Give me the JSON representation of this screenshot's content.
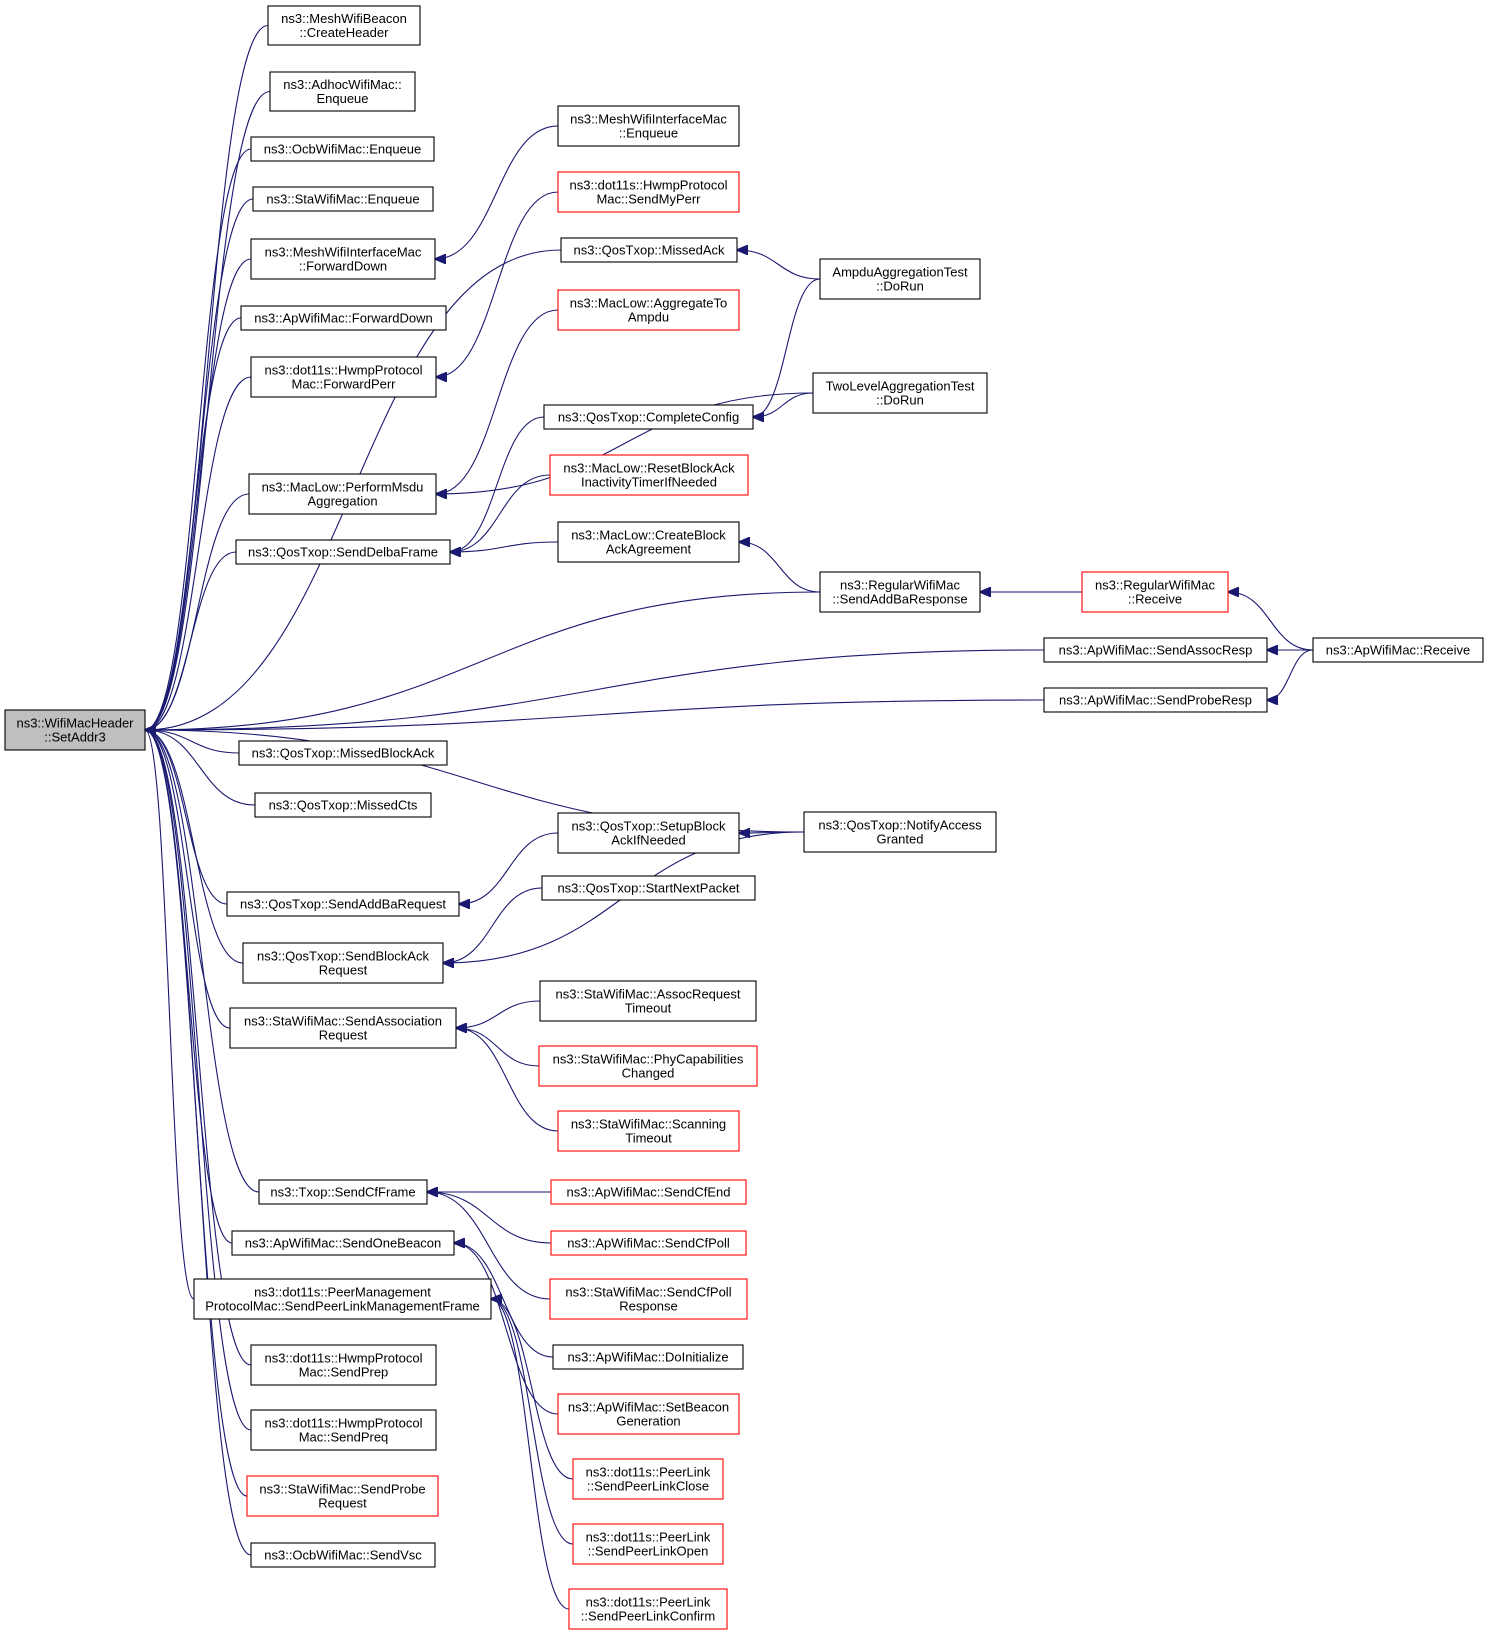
{
  "nodes": [
    {
      "id": "setaddr3",
      "lines": [
        "ns3::WifiMacHeader",
        "::SetAddr3"
      ],
      "style": "gray"
    },
    {
      "id": "meshbeacon",
      "lines": [
        "ns3::MeshWifiBeacon",
        "::CreateHeader"
      ],
      "style": "black"
    },
    {
      "id": "adhocenq",
      "lines": [
        "ns3::AdhocWifiMac::",
        "Enqueue"
      ],
      "style": "black"
    },
    {
      "id": "ocbenq",
      "lines": [
        "ns3::OcbWifiMac::Enqueue"
      ],
      "style": "black"
    },
    {
      "id": "staenq",
      "lines": [
        "ns3::StaWifiMac::Enqueue"
      ],
      "style": "black"
    },
    {
      "id": "meshfwd",
      "lines": [
        "ns3::MeshWifiInterfaceMac",
        "::ForwardDown"
      ],
      "style": "black"
    },
    {
      "id": "apfwd",
      "lines": [
        "ns3::ApWifiMac::ForwardDown"
      ],
      "style": "black"
    },
    {
      "id": "hwmpperr",
      "lines": [
        "ns3::dot11s::HwmpProtocol",
        "Mac::ForwardPerr"
      ],
      "style": "black"
    },
    {
      "id": "msduagg",
      "lines": [
        "ns3::MacLow::PerformMsdu",
        "Aggregation"
      ],
      "style": "black"
    },
    {
      "id": "senddelba",
      "lines": [
        "ns3::QosTxop::SendDelbaFrame"
      ],
      "style": "black"
    },
    {
      "id": "missedblockack",
      "lines": [
        "ns3::QosTxop::MissedBlockAck"
      ],
      "style": "black"
    },
    {
      "id": "missedcts",
      "lines": [
        "ns3::QosTxop::MissedCts"
      ],
      "style": "black"
    },
    {
      "id": "sendaddba",
      "lines": [
        "ns3::QosTxop::SendAddBaRequest"
      ],
      "style": "black"
    },
    {
      "id": "sendblockack",
      "lines": [
        "ns3::QosTxop::SendBlockAck",
        "Request"
      ],
      "style": "black"
    },
    {
      "id": "sendassoc",
      "lines": [
        "ns3::StaWifiMac::SendAssociation",
        "Request"
      ],
      "style": "black"
    },
    {
      "id": "sendcf",
      "lines": [
        "ns3::Txop::SendCfFrame"
      ],
      "style": "black"
    },
    {
      "id": "sendbeacon",
      "lines": [
        "ns3::ApWifiMac::SendOneBeacon"
      ],
      "style": "black"
    },
    {
      "id": "peermgmt",
      "lines": [
        "ns3::dot11s::PeerManagement",
        "ProtocolMac::SendPeerLinkManagementFrame"
      ],
      "style": "black"
    },
    {
      "id": "hwmpprep",
      "lines": [
        "ns3::dot11s::HwmpProtocol",
        "Mac::SendPrep"
      ],
      "style": "black"
    },
    {
      "id": "hwmppreq",
      "lines": [
        "ns3::dot11s::HwmpProtocol",
        "Mac::SendPreq"
      ],
      "style": "black"
    },
    {
      "id": "sendprobereq",
      "lines": [
        "ns3::StaWifiMac::SendProbe",
        "Request"
      ],
      "style": "red"
    },
    {
      "id": "ocbvsc",
      "lines": [
        "ns3::OcbWifiMac::SendVsc"
      ],
      "style": "black"
    },
    {
      "id": "meshenq",
      "lines": [
        "ns3::MeshWifiInterfaceMac",
        "::Enqueue"
      ],
      "style": "black"
    },
    {
      "id": "hwmpmyperr",
      "lines": [
        "ns3::dot11s::HwmpProtocol",
        "Mac::SendMyPerr"
      ],
      "style": "red"
    },
    {
      "id": "missedack",
      "lines": [
        "ns3::QosTxop::MissedAck"
      ],
      "style": "black"
    },
    {
      "id": "aggto",
      "lines": [
        "ns3::MacLow::AggregateTo",
        "Ampdu"
      ],
      "style": "red"
    },
    {
      "id": "completeconfig",
      "lines": [
        "ns3::QosTxop::CompleteConfig"
      ],
      "style": "black"
    },
    {
      "id": "resetblockack",
      "lines": [
        "ns3::MacLow::ResetBlockAck",
        "InactivityTimerIfNeeded"
      ],
      "style": "red"
    },
    {
      "id": "createblockack",
      "lines": [
        "ns3::MacLow::CreateBlock",
        "AckAgreement"
      ],
      "style": "black"
    },
    {
      "id": "setupblockack",
      "lines": [
        "ns3::QosTxop::SetupBlock",
        "AckIfNeeded"
      ],
      "style": "black"
    },
    {
      "id": "startnext",
      "lines": [
        "ns3::QosTxop::StartNextPacket"
      ],
      "style": "black"
    },
    {
      "id": "assocreqto",
      "lines": [
        "ns3::StaWifiMac::AssocRequest",
        "Timeout"
      ],
      "style": "black"
    },
    {
      "id": "phycap",
      "lines": [
        "ns3::StaWifiMac::PhyCapabilities",
        "Changed"
      ],
      "style": "red"
    },
    {
      "id": "scanto",
      "lines": [
        "ns3::StaWifiMac::Scanning",
        "Timeout"
      ],
      "style": "red"
    },
    {
      "id": "sendcfend",
      "lines": [
        "ns3::ApWifiMac::SendCfEnd"
      ],
      "style": "red"
    },
    {
      "id": "sendcfpoll",
      "lines": [
        "ns3::ApWifiMac::SendCfPoll"
      ],
      "style": "red"
    },
    {
      "id": "stacfpoll",
      "lines": [
        "ns3::StaWifiMac::SendCfPoll",
        "Response"
      ],
      "style": "red"
    },
    {
      "id": "doinit",
      "lines": [
        "ns3::ApWifiMac::DoInitialize"
      ],
      "style": "black"
    },
    {
      "id": "setbeacongen",
      "lines": [
        "ns3::ApWifiMac::SetBeacon",
        "Generation"
      ],
      "style": "red"
    },
    {
      "id": "peerclose",
      "lines": [
        "ns3::dot11s::PeerLink",
        "::SendPeerLinkClose"
      ],
      "style": "red"
    },
    {
      "id": "peeropen",
      "lines": [
        "ns3::dot11s::PeerLink",
        "::SendPeerLinkOpen"
      ],
      "style": "red"
    },
    {
      "id": "peerconfirm",
      "lines": [
        "ns3::dot11s::PeerLink",
        "::SendPeerLinkConfirm"
      ],
      "style": "red"
    },
    {
      "id": "ampdutest",
      "lines": [
        "AmpduAggregationTest",
        "::DoRun"
      ],
      "style": "black"
    },
    {
      "id": "twoleveltest",
      "lines": [
        "TwoLevelAggregationTest",
        "::DoRun"
      ],
      "style": "black"
    },
    {
      "id": "regaddba",
      "lines": [
        "ns3::RegularWifiMac",
        "::SendAddBaResponse"
      ],
      "style": "black"
    },
    {
      "id": "notifyaccess",
      "lines": [
        "ns3::QosTxop::NotifyAccess",
        "Granted"
      ],
      "style": "black"
    },
    {
      "id": "regrecv",
      "lines": [
        "ns3::RegularWifiMac",
        "::Receive"
      ],
      "style": "red"
    },
    {
      "id": "sendassocresp",
      "lines": [
        "ns3::ApWifiMac::SendAssocResp"
      ],
      "style": "black"
    },
    {
      "id": "sendproberesp",
      "lines": [
        "ns3::ApWifiMac::SendProbeResp"
      ],
      "style": "black"
    },
    {
      "id": "aprecv",
      "lines": [
        "ns3::ApWifiMac::Receive"
      ],
      "style": "black"
    }
  ],
  "edges": [
    [
      "setaddr3",
      "meshbeacon"
    ],
    [
      "setaddr3",
      "adhocenq"
    ],
    [
      "setaddr3",
      "ocbenq"
    ],
    [
      "setaddr3",
      "staenq"
    ],
    [
      "setaddr3",
      "meshfwd"
    ],
    [
      "setaddr3",
      "apfwd"
    ],
    [
      "setaddr3",
      "hwmpperr"
    ],
    [
      "setaddr3",
      "msduagg"
    ],
    [
      "setaddr3",
      "senddelba"
    ],
    [
      "setaddr3",
      "missedblockack"
    ],
    [
      "setaddr3",
      "missedcts"
    ],
    [
      "setaddr3",
      "sendaddba"
    ],
    [
      "setaddr3",
      "sendblockack"
    ],
    [
      "setaddr3",
      "sendassoc"
    ],
    [
      "setaddr3",
      "sendcf"
    ],
    [
      "setaddr3",
      "sendbeacon"
    ],
    [
      "setaddr3",
      "peermgmt"
    ],
    [
      "setaddr3",
      "hwmpprep"
    ],
    [
      "setaddr3",
      "hwmppreq"
    ],
    [
      "setaddr3",
      "sendprobereq"
    ],
    [
      "setaddr3",
      "ocbvsc"
    ],
    [
      "setaddr3",
      "missedack"
    ],
    [
      "setaddr3",
      "regaddba"
    ],
    [
      "setaddr3",
      "sendassocresp"
    ],
    [
      "setaddr3",
      "sendproberesp"
    ],
    [
      "setaddr3",
      "notifyaccess"
    ],
    [
      "meshfwd",
      "meshenq"
    ],
    [
      "hwmpperr",
      "hwmpmyperr"
    ],
    [
      "msduagg",
      "aggto"
    ],
    [
      "msduagg",
      "twoleveltest"
    ],
    [
      "senddelba",
      "completeconfig"
    ],
    [
      "senddelba",
      "resetblockack"
    ],
    [
      "senddelba",
      "createblockack"
    ],
    [
      "missedack",
      "ampdutest"
    ],
    [
      "completeconfig",
      "ampdutest"
    ],
    [
      "completeconfig",
      "twoleveltest"
    ],
    [
      "createblockack",
      "regaddba"
    ],
    [
      "sendaddba",
      "setupblockack"
    ],
    [
      "setupblockack",
      "notifyaccess"
    ],
    [
      "sendblockack",
      "startnext"
    ],
    [
      "sendblockack",
      "notifyaccess"
    ],
    [
      "sendassoc",
      "assocreqto"
    ],
    [
      "sendassoc",
      "phycap"
    ],
    [
      "sendassoc",
      "scanto"
    ],
    [
      "sendcf",
      "sendcfend"
    ],
    [
      "sendcf",
      "sendcfpoll"
    ],
    [
      "sendcf",
      "stacfpoll"
    ],
    [
      "sendbeacon",
      "doinit"
    ],
    [
      "sendbeacon",
      "setbeacongen"
    ],
    [
      "peermgmt",
      "peerclose"
    ],
    [
      "peermgmt",
      "peeropen"
    ],
    [
      "peermgmt",
      "peerconfirm"
    ],
    [
      "regaddba",
      "regrecv"
    ],
    [
      "regrecv",
      "aprecv"
    ],
    [
      "sendassocresp",
      "aprecv"
    ],
    [
      "sendproberesp",
      "aprecv"
    ]
  ]
}
